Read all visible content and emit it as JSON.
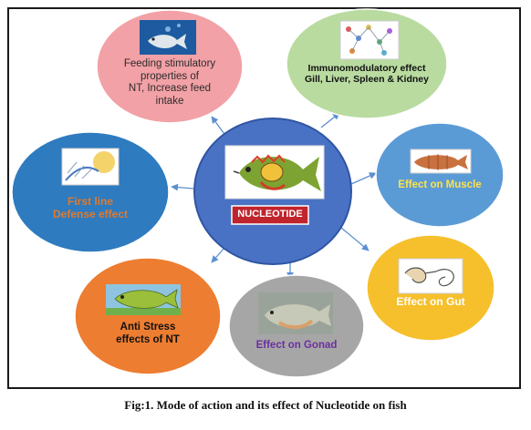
{
  "center": {
    "label": "NUCLEOTIDE",
    "fill": "#4a72c4",
    "label_bg": "#c0242d"
  },
  "nodes": [
    {
      "id": "feeding",
      "lines": [
        "Feeding stimulatory",
        "properties of",
        "NT, Increase feed",
        "intake"
      ],
      "fill": "#f2a1a6",
      "text_color": "#2b2b2b"
    },
    {
      "id": "immuno",
      "lines": [
        "Immunomodulatory effect",
        "Gill, Liver, Spleen & Kidney"
      ],
      "fill": "#b9dba0",
      "text_color": "#111111"
    },
    {
      "id": "muscle",
      "lines": [
        "Effect on Muscle"
      ],
      "fill": "#5b9bd5",
      "text_color": "#ffe24a"
    },
    {
      "id": "gut",
      "lines": [
        "Effect on Gut"
      ],
      "fill": "#f6c02c",
      "text_color": "#ffffff"
    },
    {
      "id": "gonad",
      "lines": [
        "Effect on Gonad"
      ],
      "fill": "#a6a6a6",
      "text_color": "#6b2fa0"
    },
    {
      "id": "stress",
      "lines": [
        "Anti Stress",
        "effects of NT"
      ],
      "fill": "#ed7d31",
      "text_color": "#111111"
    },
    {
      "id": "defense",
      "lines": [
        "First line",
        "Defense effect"
      ],
      "fill": "#2e7bbf",
      "text_color": "#e07a2e"
    }
  ],
  "caption": "Fig:1. Mode of action and its effect of Nucleotide on fish"
}
